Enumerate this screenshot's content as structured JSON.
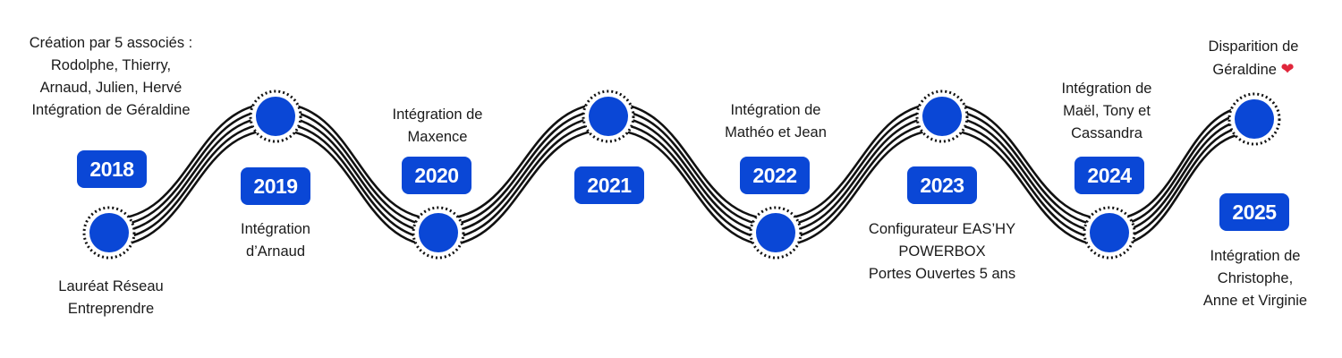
{
  "colors": {
    "accent": "#0a47d6",
    "line": "#111111",
    "heart": "#e0263b"
  },
  "milestones": [
    {
      "year": "2018",
      "top": [
        "Création par 5 associés :",
        "Rodolphe, Thierry,",
        "Arnaud, Julien, Hervé",
        "Intégration de Géraldine"
      ],
      "bottom": [
        "Lauréat Réseau",
        "Entreprendre"
      ]
    },
    {
      "year": "2019",
      "bottom": [
        "Intégration",
        "d’Arnaud"
      ]
    },
    {
      "year": "2020",
      "top": [
        "Intégration de",
        "Maxence"
      ]
    },
    {
      "year": "2021"
    },
    {
      "year": "2022",
      "top": [
        "Intégration de",
        "Mathéo et Jean"
      ]
    },
    {
      "year": "2023",
      "bottom": [
        "Configurateur EAS’HY",
        "POWERBOX",
        "Portes Ouvertes 5 ans"
      ]
    },
    {
      "year": "2024",
      "top": [
        "Intégration de",
        "Maël, Tony et",
        "Cassandra"
      ]
    },
    {
      "year": "2025",
      "top": [
        "Disparition de",
        "Géraldine"
      ],
      "top_icon": "heart-icon",
      "bottom": [
        "Intégration de",
        "Christophe,",
        "Anne et Virginie"
      ]
    }
  ]
}
